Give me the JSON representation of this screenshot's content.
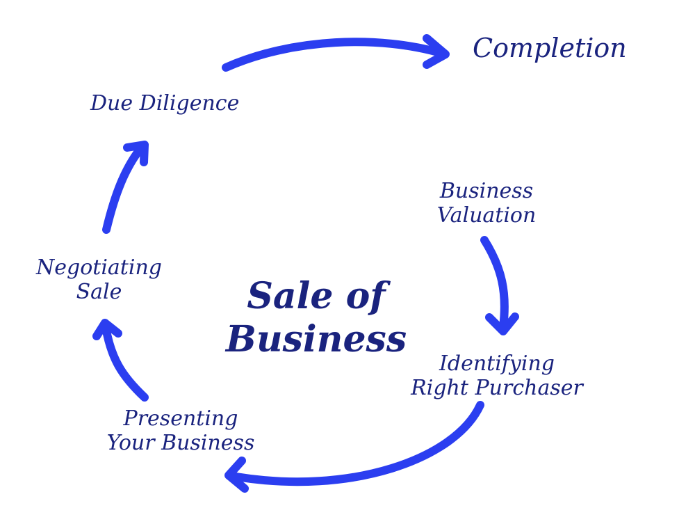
{
  "diagram": {
    "accent_color": "#2b3ef0",
    "text_color": "#1a237e",
    "center": {
      "line1": "Sale of",
      "line2": "Business"
    },
    "steps": {
      "completion": "Completion",
      "due_diligence": "Due Diligence",
      "valuation": {
        "line1": "Business",
        "line2": "Valuation"
      },
      "identifying": {
        "line1": "Identifying",
        "line2": "Right Purchaser"
      },
      "presenting": {
        "line1": "Presenting",
        "line2": "Your Business"
      },
      "negotiating": {
        "line1": "Negotiating",
        "line2": "Sale"
      }
    }
  }
}
